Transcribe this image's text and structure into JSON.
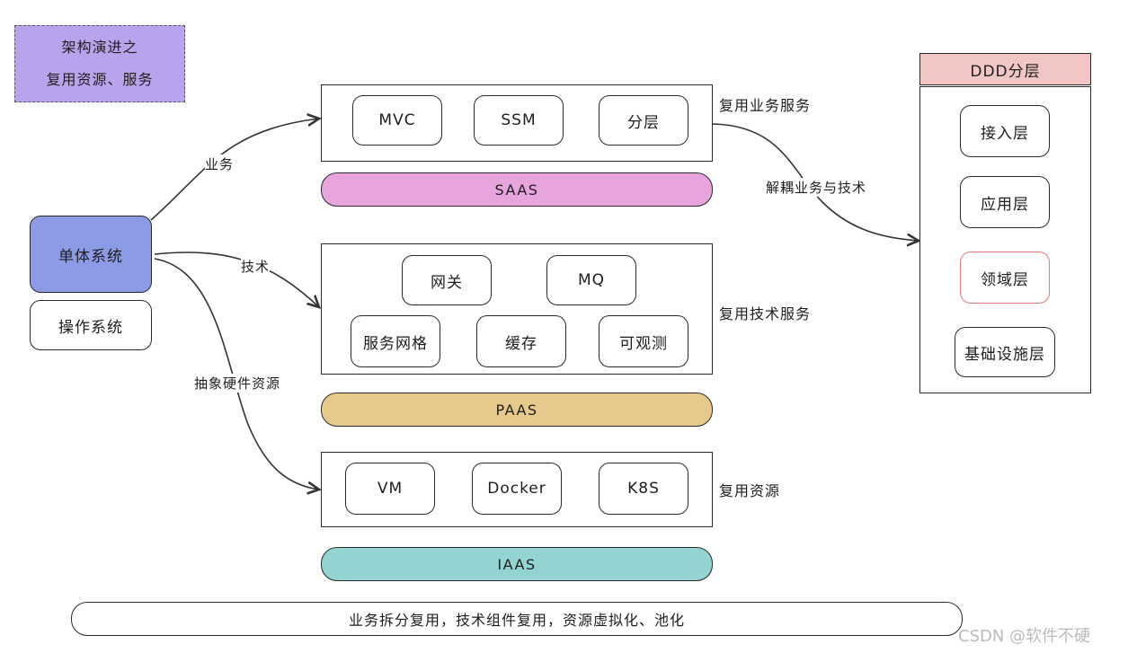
{
  "note": {
    "line1": "架构演进之",
    "line2": "复用资源、服务"
  },
  "left": {
    "monolith": "单体系统",
    "os": "操作系统"
  },
  "edges": {
    "business": "业务",
    "tech": "技术",
    "hardware": "抽象硬件资源",
    "decouple": "解耦业务与技术"
  },
  "saas": {
    "items": [
      "MVC",
      "SSM",
      "分层"
    ],
    "label": "复用业务服务",
    "bar": "SAAS"
  },
  "paas": {
    "row1": [
      "网关",
      "MQ"
    ],
    "row2": [
      "服务网格",
      "缓存",
      "可观测"
    ],
    "label": "复用技术服务",
    "bar": "PAAS"
  },
  "iaas": {
    "items": [
      "VM",
      "Docker",
      "K8S"
    ],
    "label": "复用资源",
    "bar": "IAAS"
  },
  "ddd": {
    "title": "DDD分层",
    "layers": [
      "接入层",
      "应用层",
      "领域层",
      "基础设施层"
    ]
  },
  "footer": "业务拆分复用，技术组件复用，资源虚拟化、池化",
  "watermark": "CSDN @软件不硬",
  "colors": {
    "note": "#b9a3ec",
    "monolith": "#8d9ae6",
    "saas": "#e8a4dc",
    "paas": "#e7ca8b",
    "iaas": "#93d3d1",
    "ddd_title": "#f3c6c6",
    "domain_border": "#e07a7a"
  }
}
